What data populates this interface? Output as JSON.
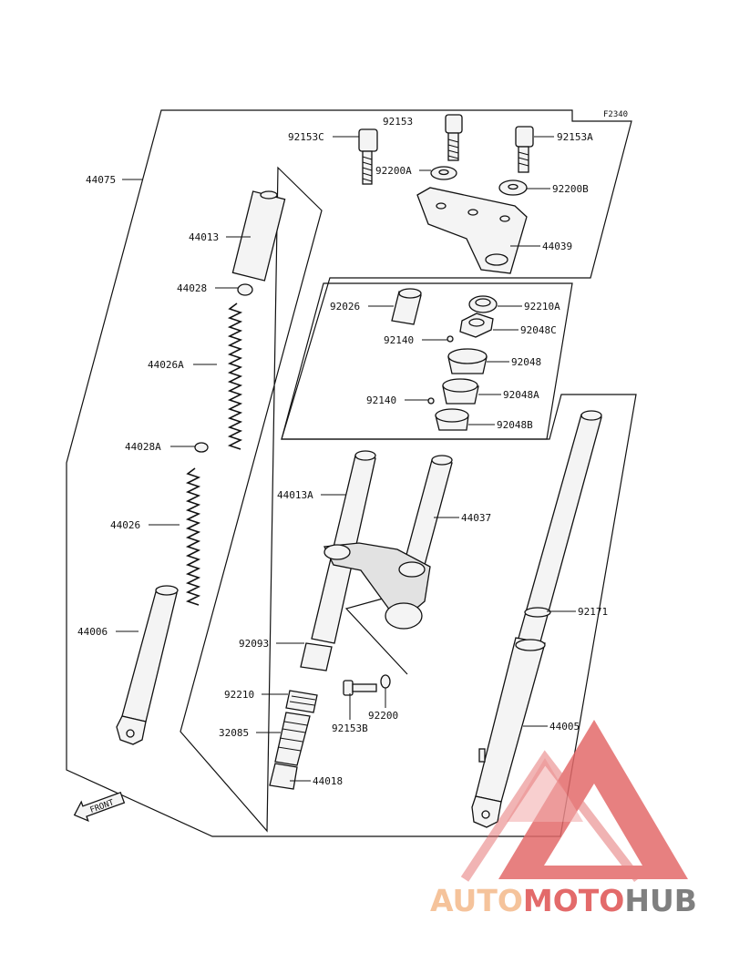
{
  "diagram_code": "F2340",
  "labels": {
    "p92153C": "92153C",
    "p92153": "92153",
    "p92153A": "92153A",
    "p92200A": "92200A",
    "p92200B": "92200B",
    "p44039": "44039",
    "p44075": "44075",
    "p44013": "44013",
    "p44028": "44028",
    "p44026A": "44026A",
    "p44028A": "44028A",
    "p44026": "44026",
    "p44006": "44006",
    "p92026": "92026",
    "p92210A": "92210A",
    "p92048C": "92048C",
    "p92140a": "92140",
    "p92048": "92048",
    "p92140b": "92140",
    "p92048A": "92048A",
    "p92048B": "92048B",
    "p44013A": "44013A",
    "p44037": "44037",
    "p92171": "92171",
    "p92093": "92093",
    "p92210": "92210",
    "p92200": "92200",
    "p92153B": "92153B",
    "p32085": "32085",
    "p44018": "44018",
    "p44005": "44005"
  },
  "front_arrow": "FRONT",
  "watermark": {
    "part1": "AUTO",
    "part2": "MOTO",
    "part3": "HUB",
    "color_light": "#f5c39b",
    "color_main": "#e36a6a",
    "color_dark": "#7f7f7f"
  }
}
